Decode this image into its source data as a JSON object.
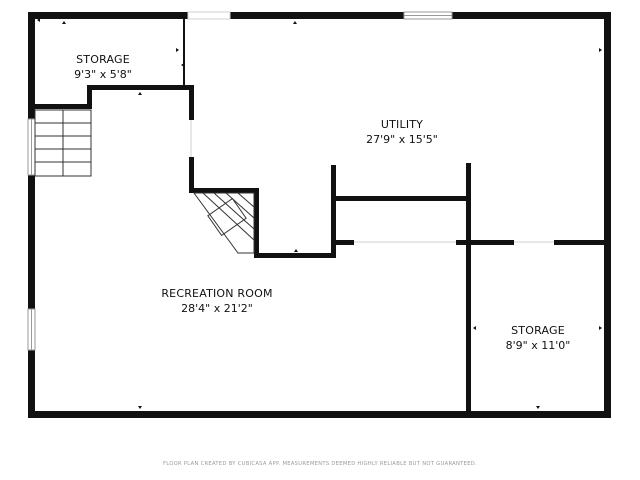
{
  "rooms": {
    "storage_top_left": {
      "name": "STORAGE",
      "dims": "9'3\" x 5'8\""
    },
    "utility": {
      "name": "UTILITY",
      "dims": "27'9\" x 15'5\""
    },
    "recreation_room": {
      "name": "RECREATION ROOM",
      "dims": "28'4\" x 21'2\""
    },
    "storage_bottom_right": {
      "name": "STORAGE",
      "dims": "8'9\" x 11'0\""
    }
  },
  "footer": "FLOOR PLAN CREATED BY CUBICASA APP. MEASUREMENTS DEEMED HIGHLY RELIABLE BUT NOT GUARANTEED.",
  "colors": {
    "wall": "#111111",
    "background": "#ffffff",
    "window": "#9a9a9a",
    "footer_text": "#9a9a9a"
  }
}
